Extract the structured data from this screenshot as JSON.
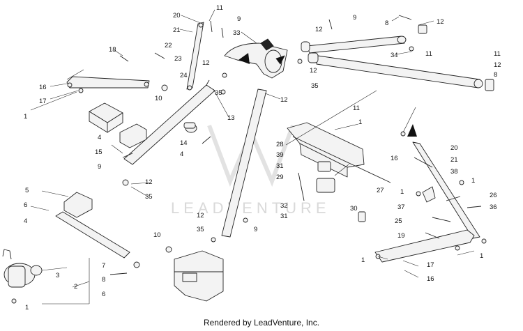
{
  "footer": {
    "text": "Rendered by LeadVenture, Inc."
  },
  "watermark": {
    "text": "LEADVENTURE"
  },
  "colors": {
    "line": "#222222",
    "part_fill": "#f3f3f3",
    "watermark": "#d9d9d9"
  },
  "callouts": {
    "c1": "20",
    "c2": "11",
    "c3": "9",
    "c4": "21",
    "c5": "33",
    "c6": "22",
    "c7": "23",
    "c8": "18",
    "c9": "12",
    "c10": "24",
    "c11": "16",
    "c12": "17",
    "c13": "10",
    "c14": "35",
    "c15": "1",
    "c16": "9",
    "c17": "12",
    "c18": "8",
    "c19": "12",
    "c20": "34",
    "c21": "11",
    "c22": "12",
    "c23": "35",
    "c24": "11",
    "c25": "12",
    "c26": "8",
    "c27": "12",
    "c28": "13",
    "c29": "4",
    "c30": "15",
    "c31": "9",
    "c32": "14",
    "c33": "4",
    "c34": "12",
    "c35": "35",
    "c36": "11",
    "c37": "1",
    "c38": "28",
    "c39": "39",
    "c40": "31",
    "c41": "29",
    "c42": "27",
    "c43": "16",
    "c44": "20",
    "c45": "21",
    "c46": "38",
    "c47": "1",
    "c48": "1",
    "c49": "26",
    "c50": "37",
    "c51": "36",
    "c52": "32",
    "c53": "30",
    "c54": "31",
    "c55": "25",
    "c56": "19",
    "c57": "12",
    "c58": "35",
    "c59": "9",
    "c60": "1",
    "c61": "17",
    "c62": "1",
    "c63": "16",
    "c64": "5",
    "c65": "6",
    "c66": "4",
    "c67": "7",
    "c68": "3",
    "c69": "2",
    "c70": "1",
    "c71": "10",
    "c72": "8",
    "c73": "6"
  }
}
